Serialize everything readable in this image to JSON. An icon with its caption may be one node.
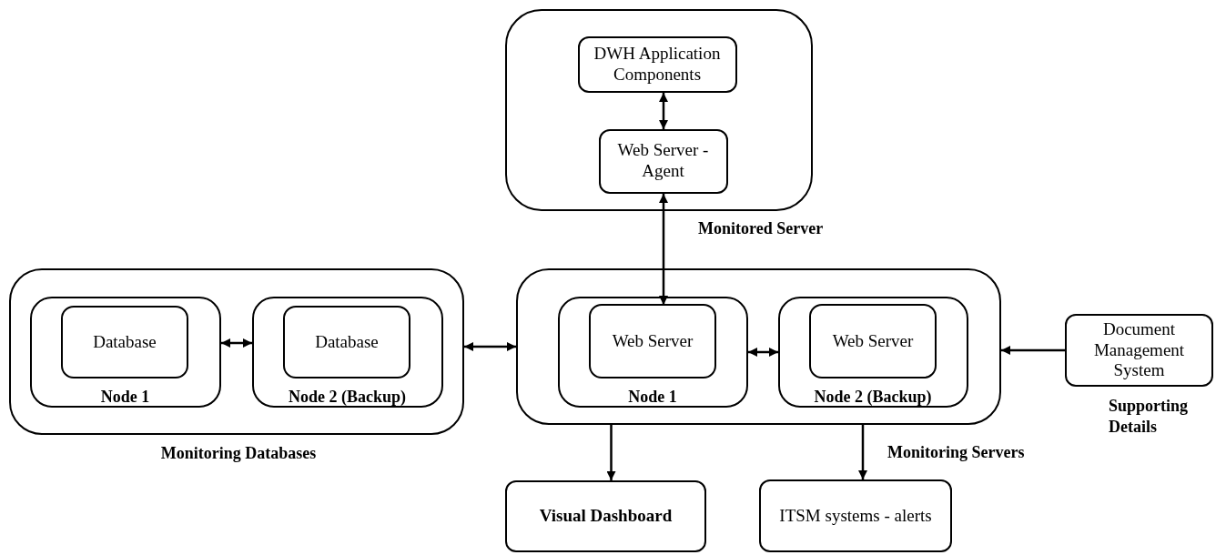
{
  "diagram": {
    "nodes": [
      {
        "text": [
          "Monitored Server"
        ]
      },
      {
        "text": [
          "DWH Application Components"
        ],
        "in": 0
      },
      {
        "text": [
          "Web Server - Agent"
        ],
        "in": 0
      },
      {
        "text": [
          "Monitoring Databases"
        ]
      },
      {
        "text": [
          "Node 1"
        ],
        "in": 3
      },
      {
        "text": [
          "Database"
        ],
        "in": 4
      },
      {
        "text": [
          "Node 2 (Backup)"
        ],
        "in": 3
      },
      {
        "text": [
          "Database"
        ],
        "in": 6
      },
      {
        "text": [
          "Monitoring Servers"
        ]
      },
      {
        "text": [
          "Node 1"
        ],
        "in": 8
      },
      {
        "text": [
          "Web Server"
        ],
        "in": 9
      },
      {
        "text": [
          "Node 2 (Backup)"
        ],
        "in": 8
      },
      {
        "text": [
          "Web Server"
        ],
        "in": 11
      },
      {
        "text": [
          "Document Management System"
        ],
        "beside": [
          "Supporting Details"
        ]
      },
      {
        "text": [
          "Visual Dashboard"
        ]
      },
      {
        "text": [
          "ITSM systems - alerts"
        ]
      }
    ],
    "edges": [
      {
        "from": 1,
        "to": 2,
        "arrow": "both"
      },
      {
        "from": 2,
        "to": 10,
        "arrow": "both"
      },
      {
        "from": 4,
        "to": 6,
        "arrow": "both"
      },
      {
        "from": 3,
        "to": 8,
        "arrow": "both"
      },
      {
        "from": 9,
        "to": 11,
        "arrow": "both"
      },
      {
        "from": 13,
        "to": 8,
        "arrow": "to"
      },
      {
        "from": 8,
        "to": 14,
        "arrow": "to"
      },
      {
        "from": 8,
        "to": 15,
        "arrow": "to"
      }
    ]
  }
}
